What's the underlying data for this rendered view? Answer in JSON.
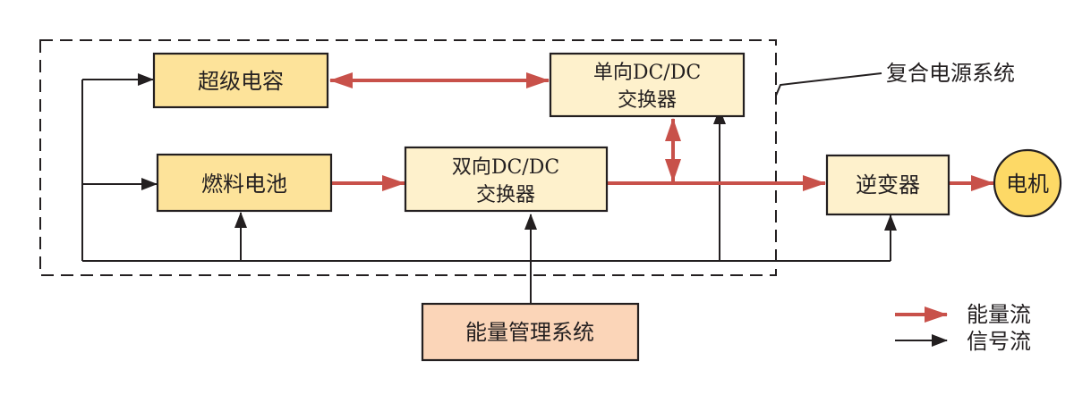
{
  "diagram": {
    "group_label": "复合电源系统",
    "nodes": {
      "supercap": {
        "label": "超级电容",
        "fill": "#fde39a"
      },
      "fuelcell": {
        "label": "燃料电池",
        "fill": "#fde39a"
      },
      "bidir_dcdc": {
        "line1": "双向DC/DC",
        "line2": "交换器",
        "fill": "#fef1cc"
      },
      "unidir_dcdc": {
        "line1": "单向DC/DC",
        "line2": "交换器",
        "fill": "#fef1cc"
      },
      "inverter": {
        "label": "逆变器",
        "fill": "#fef1cc"
      },
      "motor": {
        "label": "电机",
        "fill": "#fdd966"
      },
      "ems": {
        "label": "能量管理系统",
        "fill": "#fbd5b8"
      }
    },
    "legend": {
      "energy_flow": "能量流",
      "signal_flow": "信号流"
    },
    "colors": {
      "energy": "#c8514a",
      "signal": "#231f20"
    },
    "edges": [
      {
        "from": "supercap",
        "to": "unidir_dcdc",
        "type": "energy",
        "bidirectional": true
      },
      {
        "from": "fuelcell",
        "to": "bidir_dcdc",
        "type": "energy"
      },
      {
        "from": "bidir_dcdc",
        "to": "inverter",
        "type": "energy"
      },
      {
        "from": "unidir_dcdc",
        "to": "bidir_dcdc-output-bus",
        "type": "energy",
        "bidirectional": true
      },
      {
        "from": "inverter",
        "to": "motor",
        "type": "energy"
      },
      {
        "from": "ems",
        "to": "bidir_dcdc",
        "type": "signal"
      },
      {
        "from": "ems",
        "to": "supercap",
        "type": "signal"
      },
      {
        "from": "ems",
        "to": "fuelcell",
        "type": "signal"
      },
      {
        "from": "ems",
        "to": "unidir_dcdc",
        "type": "signal"
      },
      {
        "from": "ems",
        "to": "inverter",
        "type": "signal"
      }
    ]
  }
}
